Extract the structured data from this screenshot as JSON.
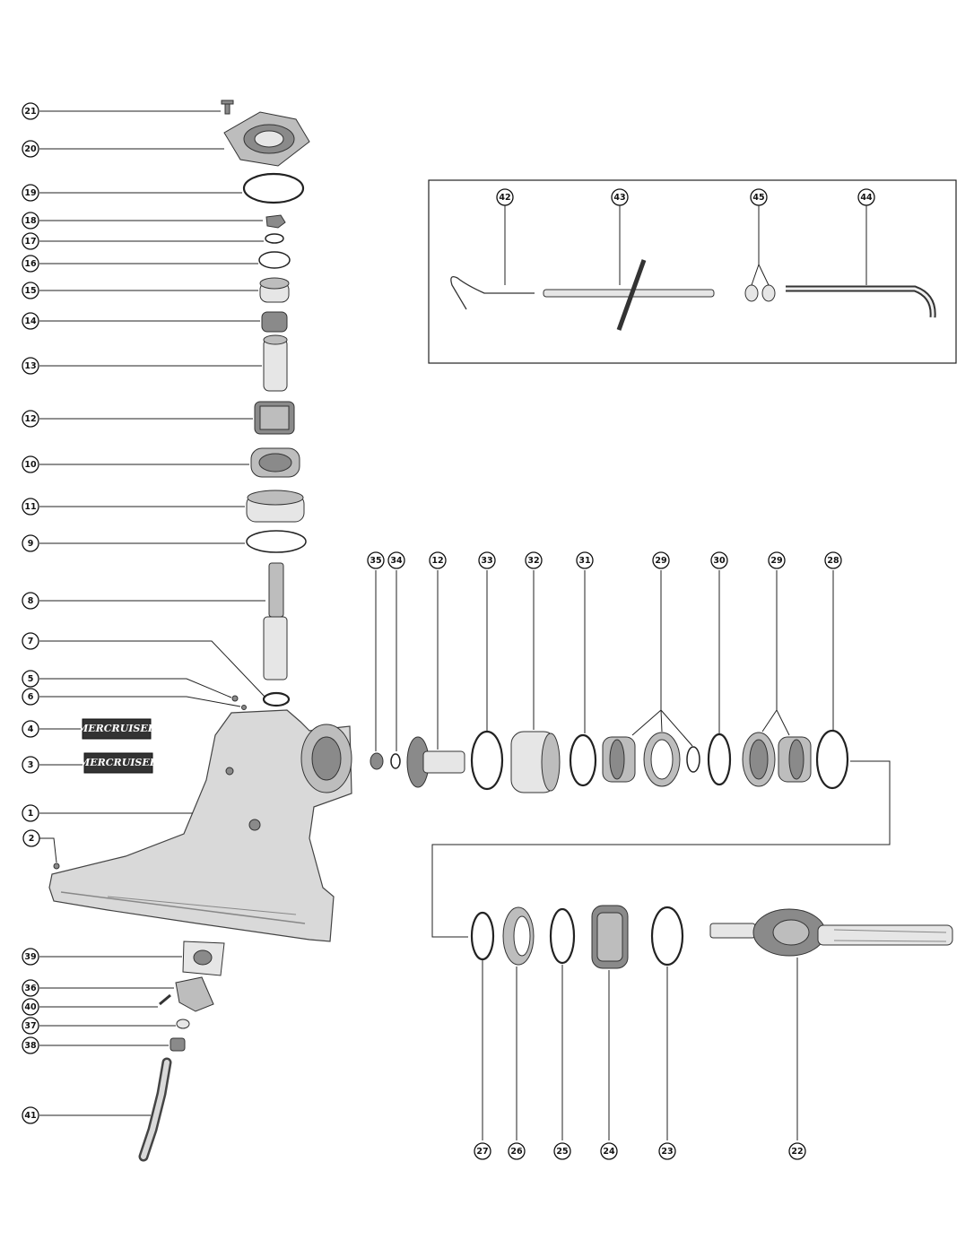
{
  "inset_labels": [
    "42",
    "43",
    "45",
    "44"
  ],
  "left_labels": [
    "21",
    "20",
    "19",
    "18",
    "17",
    "16",
    "15",
    "14",
    "13",
    "12",
    "10",
    "11",
    "9",
    "8",
    "7",
    "5",
    "6",
    "4",
    "3",
    "1",
    "2",
    "39",
    "36",
    "40",
    "37",
    "38",
    "41"
  ],
  "top_row_labels": [
    "35",
    "34",
    "12",
    "33",
    "32",
    "31",
    "29",
    "30",
    "29",
    "28"
  ],
  "bottom_row_labels": [
    "27",
    "26",
    "25",
    "24",
    "23",
    "22"
  ],
  "decal_text": "MERCRUISER",
  "colors": {
    "line": "#222222",
    "housing": "#d9d9d9",
    "background": "#ffffff"
  }
}
